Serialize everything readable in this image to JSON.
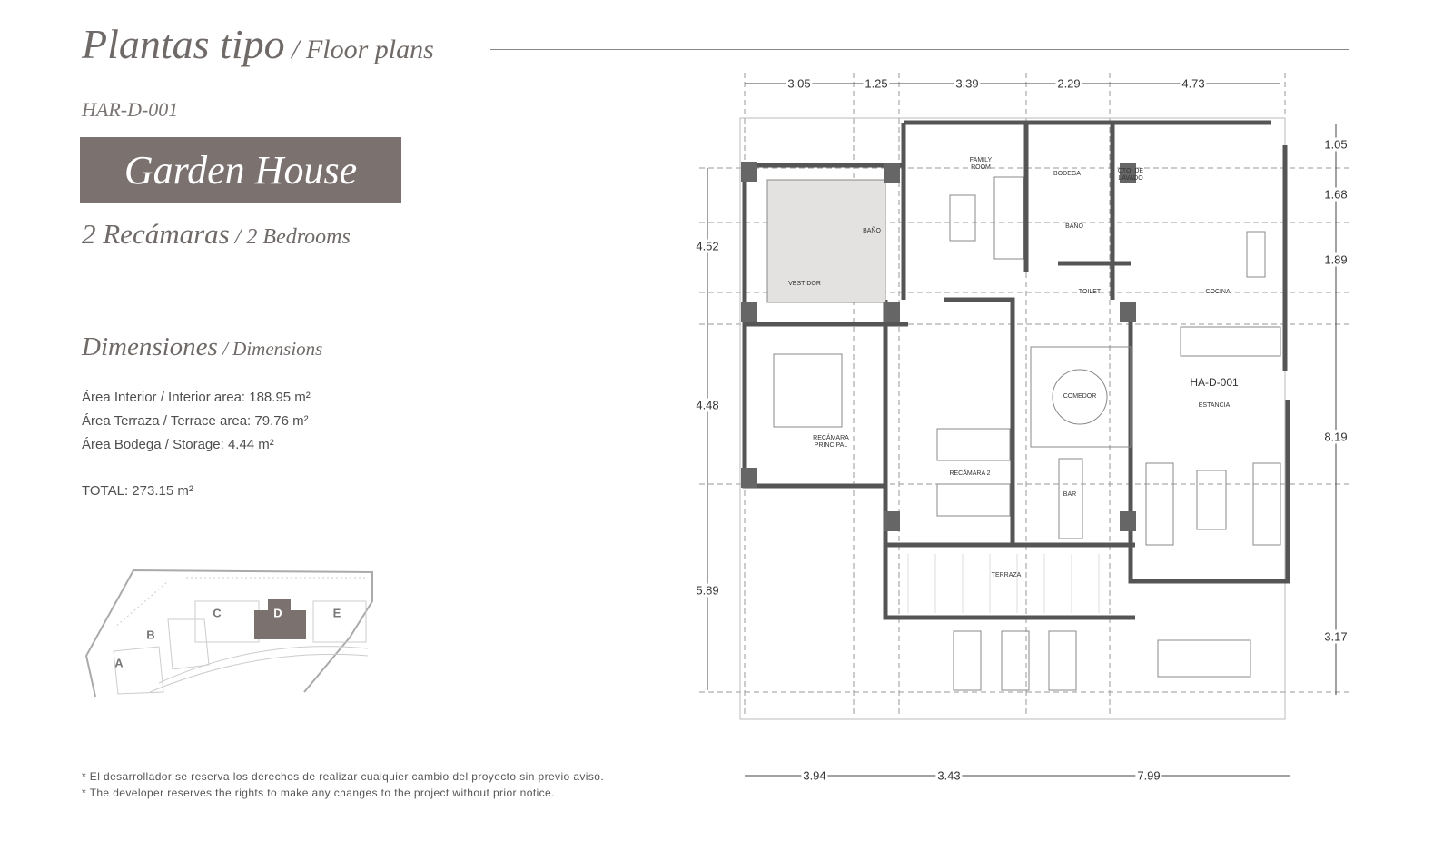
{
  "header": {
    "title": "Plantas tipo",
    "title_sep": " / ",
    "title_en": "Floor plans"
  },
  "unit": {
    "code": "HAR-D-001",
    "name": "Garden House",
    "bedrooms_es": "2 Recámaras",
    "bedrooms_en": "2 Bedrooms"
  },
  "dimensions": {
    "title": "Dimensiones",
    "title_en": "Dimensions",
    "areas": [
      {
        "text": "Área Interior / Interior area: 188.95 m²"
      },
      {
        "text": "Área Terraza / Terrace area: 79.76 m²"
      },
      {
        "text": "Área Bodega / Storage: 4.44 m²"
      }
    ],
    "total": "TOTAL: 273.15 m²"
  },
  "site_plan": {
    "buildings": [
      "A",
      "B",
      "C",
      "D",
      "E"
    ],
    "highlighted": "D",
    "highlight_color": "#7b7270"
  },
  "notes": [
    "* El desarrollador se reserva los derechos de realizar cualquier cambio del proyecto sin previo aviso.",
    "* The developer reserves the rights to make any changes to the project without prior notice."
  ],
  "floor_plan": {
    "unit_label": "HA-D-001",
    "dims_top": [
      "3.05",
      "1.25",
      "3.39",
      "2.29",
      "4.73"
    ],
    "dims_right": [
      "1.05",
      "1.68",
      "1.89",
      "8.19",
      "3.17"
    ],
    "dims_left": [
      "4.52",
      "4.48",
      "5.89"
    ],
    "dims_bottom": [
      "3.94",
      "3.43",
      "7.99"
    ],
    "rooms": {
      "family_room": "FAMILY ROOM",
      "bodega": "BODEGA",
      "lavado": "CTO. DE LAVADO",
      "bano1": "BAÑO",
      "bano2": "BAÑO",
      "vestidor": "VESTIDOR",
      "toilet": "TOILET",
      "cocina": "COCINA",
      "comedor": "COMEDOR",
      "estancia": "ESTANCIA",
      "recamara_principal": "RECÁMARA PRINCIPAL",
      "recamara2": "RECÁMARA 2",
      "bar": "BAR",
      "terraza": "TERRAZA"
    }
  }
}
